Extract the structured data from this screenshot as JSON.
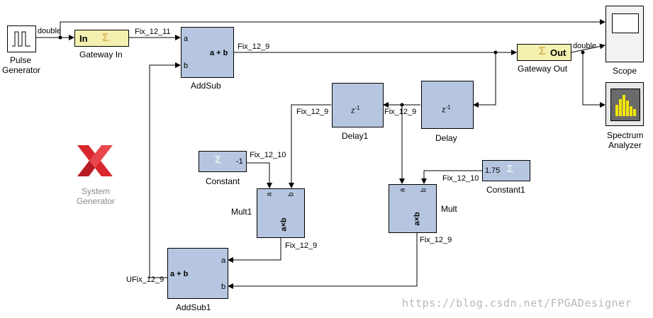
{
  "blocks": {
    "pulse": {
      "name_line1": "Pulse",
      "name_line2": "Generator"
    },
    "gateway_in": {
      "icon_text": "In",
      "name": "Gateway In"
    },
    "addsub": {
      "port_a": "a",
      "port_b": "b",
      "op": "a + b",
      "name": "AddSub"
    },
    "gateway_out": {
      "icon_text": "Out",
      "name": "Gateway Out"
    },
    "scope": {
      "name": "Scope"
    },
    "spectrum": {
      "name_line1": "Spectrum",
      "name_line2": "Analyzer"
    },
    "delay1": {
      "op": "z",
      "exp": "-1",
      "name": "Delay1"
    },
    "delay": {
      "op": "z",
      "exp": "-1",
      "name": "Delay"
    },
    "constant": {
      "value": "-1",
      "name": "Constant"
    },
    "constant1": {
      "value": "1.75",
      "name": "Constant1"
    },
    "mult1": {
      "port_a": "a",
      "port_b": "b",
      "op": "a×b",
      "name": "Mult1"
    },
    "mult": {
      "port_a": "a",
      "port_b": "b",
      "op": "a×b",
      "name": "Mult"
    },
    "addsub1": {
      "port_a": "a",
      "port_b": "b",
      "op": "a + b",
      "name": "AddSub1"
    }
  },
  "signals": {
    "pulse_out": "double",
    "gateway_in_out": "Fix_12_11",
    "addsub_out": "Fix_12_9",
    "gateway_out_out": "double",
    "delay_out": "Fix_12_9",
    "delay1_out": "Fix_12_9",
    "constant_out": "Fix_12_10",
    "constant1_out": "Fix_12_10",
    "mult1_out": "Fix_12_9",
    "mult_out": "Fix_12_9",
    "addsub1_out": "UFix_12_9"
  },
  "logo": {
    "line1": "System",
    "line2": "Generator"
  },
  "watermark": "https://blog.csdn.net/FPGADesigner",
  "colors": {
    "xilinx_block": "#b7c6e0",
    "gateway": "#f4f0b0",
    "logo_red": "#d8272d",
    "spectrum_bars": "#f2e600"
  }
}
